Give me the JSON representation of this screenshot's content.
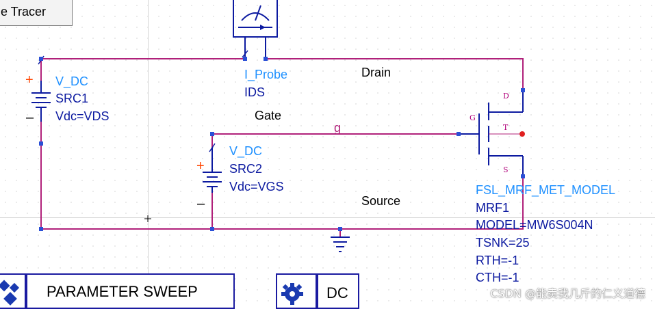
{
  "toolbar": {
    "tracer_label": "e Tracer"
  },
  "nets": {
    "drain": "Drain",
    "gate": "Gate",
    "source": "Source",
    "g": "g"
  },
  "src1": {
    "type": "V_DC",
    "name": "SRC1",
    "param": "Vdc=VDS"
  },
  "src2": {
    "type": "V_DC",
    "name": "SRC2",
    "param": "Vdc=VGS"
  },
  "probe": {
    "type": "I_Probe",
    "name": "IDS"
  },
  "transistor": {
    "model_type": "FSL_MRF_MET_MODEL",
    "name": "MRF1",
    "params": [
      "MODEL=MW6S004N",
      "TSNK=25",
      "RTH=-1",
      "CTH=-1"
    ],
    "pins": {
      "d": "D",
      "g": "G",
      "t": "T",
      "s": "S"
    }
  },
  "polarity": {
    "plus": "+",
    "minus": "–"
  },
  "controllers": {
    "param_sweep": "PARAMETER SWEEP",
    "dc": "DC"
  },
  "watermark": "CSDN @能卖我几斤的仁义道德",
  "colors": {
    "wire": "#b0207a",
    "component": "#0c1aa0",
    "label_blue": "#1e90ff",
    "node": "#2a4fd6"
  }
}
